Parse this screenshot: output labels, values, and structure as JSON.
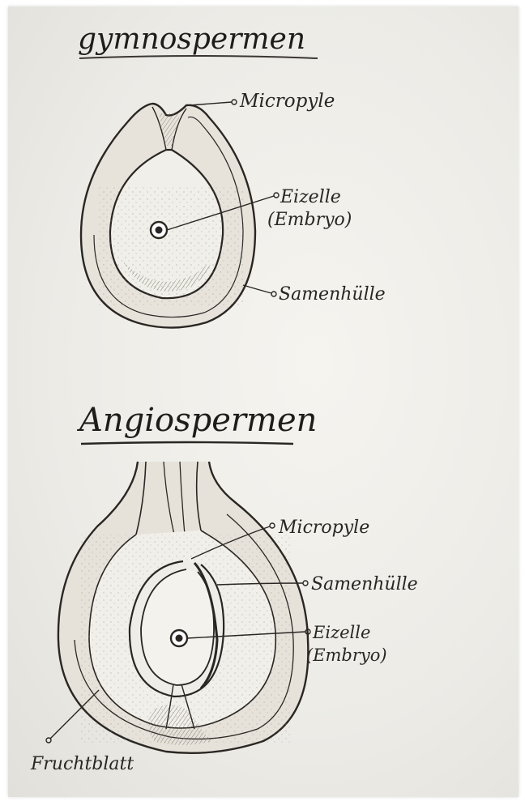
{
  "diagram": {
    "gymnosperm": {
      "title": "gymnospermen",
      "labels": {
        "micropyle": "Micropyle",
        "eizelle_line1": "Eizelle",
        "eizelle_line2": "(Embryo)",
        "samenhuelle": "Samenhülle"
      }
    },
    "angiosperm": {
      "title": "Angiospermen",
      "labels": {
        "micropyle": "Micropyle",
        "samenhuelle": "Samenhülle",
        "eizelle_line1": "Eizelle",
        "eizelle_line2": "(Embryo)",
        "fruchtblatt": "Fruchtblatt"
      }
    },
    "colors": {
      "ink": "#2a2623",
      "paper": "#efeee9",
      "shade": "#c9c4ba"
    }
  }
}
